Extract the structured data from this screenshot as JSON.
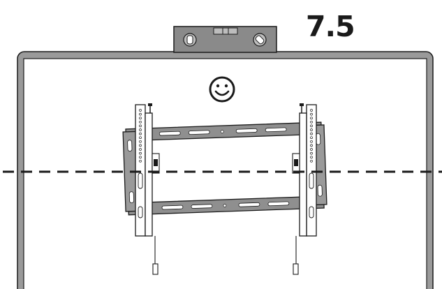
{
  "step": {
    "number": "7.5"
  },
  "colors": {
    "outline": "#1a1a1a",
    "tv_frame": "#9a9a9a",
    "wall_plate": "#8f8f8f",
    "bracket": "#ffffff",
    "background": "#ffffff"
  },
  "icons": {
    "level": "bubble-level-icon",
    "result": "smiley-face-icon"
  },
  "level_line": {
    "style": "dashed",
    "orientation": "horizontal"
  }
}
